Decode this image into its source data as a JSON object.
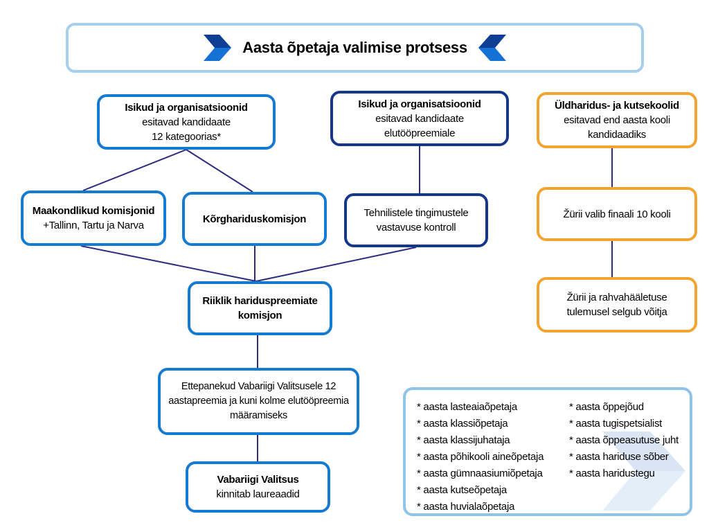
{
  "title": "Aasta õpetaja valimise protsess",
  "colors": {
    "blue": "#177ad1",
    "navy": "#16368c",
    "orange": "#f1a42f",
    "connector": "#2d2b7d",
    "title_border": "#a5cfec",
    "legend_border": "#8ec4e8",
    "chevron_dark": "#0e3f94",
    "chevron_light": "#1472d4",
    "watermark_dark": "#d9e5f3",
    "watermark_light": "#e4eef9"
  },
  "boxes": {
    "submit_categories": {
      "line1": "Isikud ja organisatsioonid",
      "line2": "esitavad kandidaate",
      "line3": "12 kategoorias*"
    },
    "submit_lifetime": {
      "line1": "Isikud ja organisatsioonid",
      "line2": "esitavad kandidaate",
      "line3": "elutööpreemiale"
    },
    "schools_submit": {
      "line1": "Üldharidus- ja kutsekoolid",
      "line2": "esitavad end aasta kooli",
      "line3": "kandidaadiks"
    },
    "county_committees": {
      "line1": "Maakondlikud komisjonid",
      "line2": "+Tallinn, Tartu ja Narva"
    },
    "higher_ed_committee": {
      "line1": "Kõrghariduskomisjon"
    },
    "technical_check": {
      "line1": "Tehnilistele tingimustele",
      "line2": "vastavuse kontroll"
    },
    "jury_finals": {
      "line1": "Žürii valib finaali 10 kooli"
    },
    "national_committee": {
      "line1": "Riiklik hariduspreemiate",
      "line2": "komisjon"
    },
    "jury_public_vote": {
      "line1": "Žürii ja rahvahääletuse",
      "line2": "tulemusel selgub võitja"
    },
    "proposals": {
      "line1": "Ettepanekud Vabariigi Valitsusele 12",
      "line2": "aastapreemia ja kuni kolme elutööpreemia",
      "line3": "määramiseks"
    },
    "government": {
      "line1": "Vabariigi Valitsus",
      "line2": "kinnitab laureaadid"
    }
  },
  "legend": {
    "items_left": [
      "* aasta lasteaiaõpetaja",
      "* aasta klassiõpetaja",
      "* aasta klassijuhataja",
      "* aasta põhikooli aineõpetaja",
      "* aasta gümnaasiumiõpetaja",
      "* aasta kutseõpetaja",
      "* aasta huvialaõpetaja"
    ],
    "items_right": [
      "* aasta õppejõud",
      "* aasta tugispetsialist",
      "* aasta õppeasutuse juht",
      "* aasta hariduse sõber",
      "* aasta haridustegu"
    ]
  }
}
